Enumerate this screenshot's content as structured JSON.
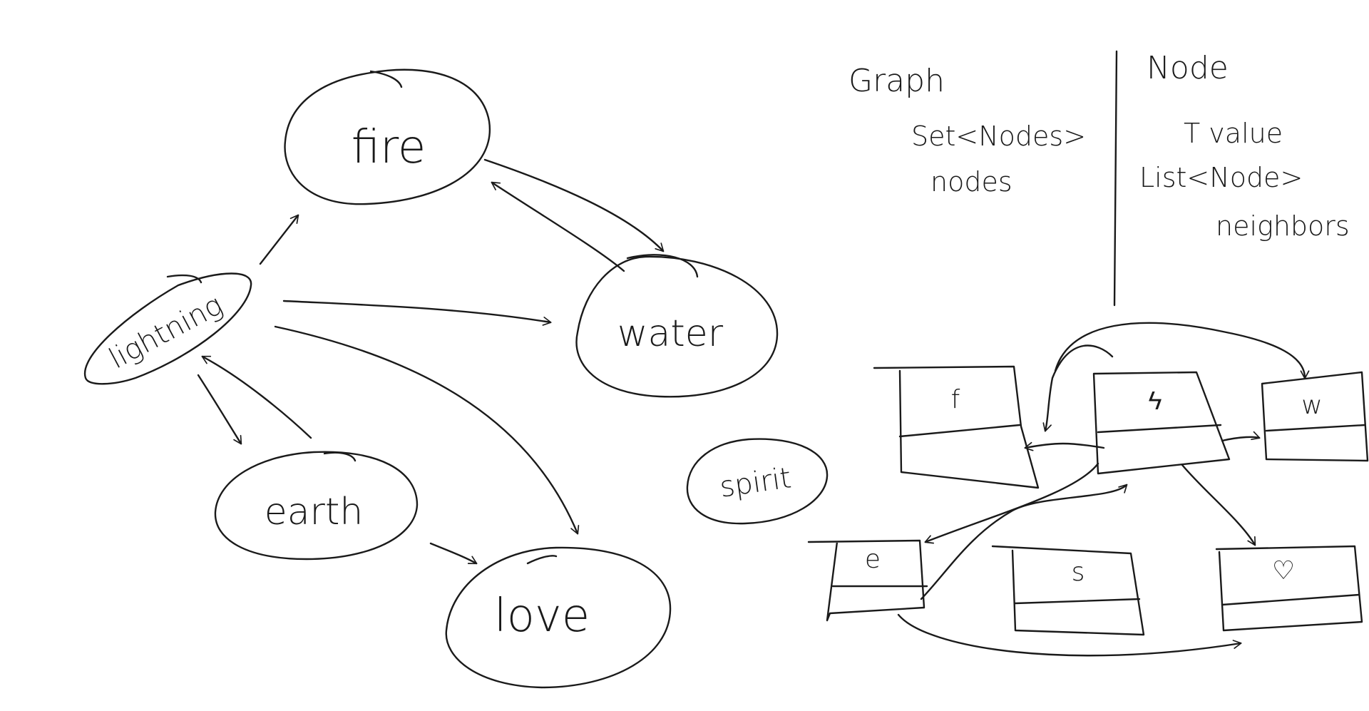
{
  "graph": {
    "nodes": [
      {
        "id": "fire",
        "label": "fire"
      },
      {
        "id": "water",
        "label": "water"
      },
      {
        "id": "lightning",
        "label": "lightning"
      },
      {
        "id": "earth",
        "label": "earth"
      },
      {
        "id": "love",
        "label": "love"
      },
      {
        "id": "spirit",
        "label": "spirit"
      }
    ]
  },
  "notes": {
    "graph_title": "Graph",
    "graph_field_type": "Set<Nodes>",
    "graph_field_name": "nodes",
    "node_title": "Node",
    "node_value": "T value",
    "node_list_type": "List<Node>",
    "node_list_name": "neighbors"
  },
  "boxes": {
    "f": "f",
    "l": "ϟ",
    "w": "w",
    "e": "e",
    "s": "s",
    "heart": "♡"
  }
}
